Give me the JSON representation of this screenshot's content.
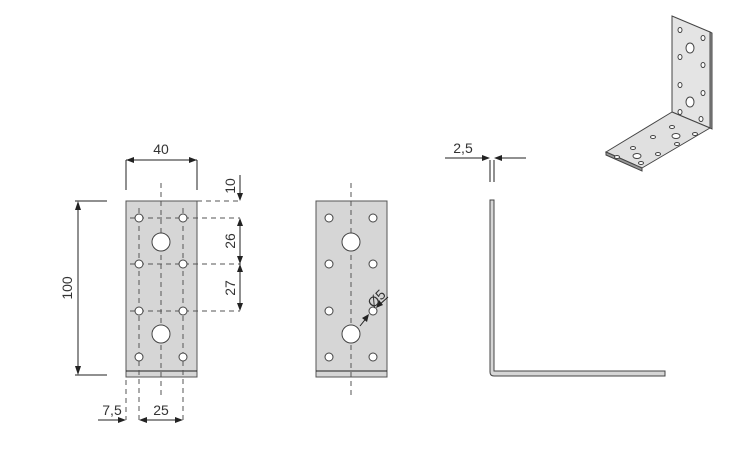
{
  "title": "Angle bracket technical drawing",
  "dimensions": {
    "width": "40",
    "height": "100",
    "top_offset": "10",
    "spacing_1": "26",
    "spacing_2": "27",
    "edge_offset": "7,5",
    "hole_spacing": "25",
    "thickness": "2,5",
    "hole_diameter": "Ø5"
  },
  "colors": {
    "plate": "#d6d6d6",
    "line": "#222222"
  }
}
